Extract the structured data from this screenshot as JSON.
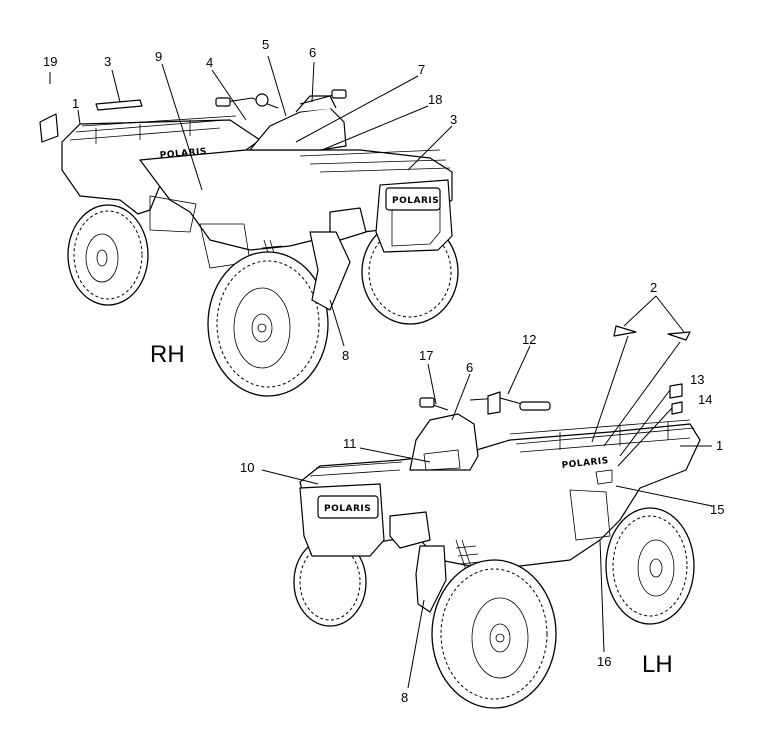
{
  "side_labels": {
    "rh": "RH",
    "lh": "LH"
  },
  "brand_text": "POLARIS",
  "callouts_rh": {
    "c19": "19",
    "c3a": "3",
    "c9": "9",
    "c4": "4",
    "c5": "5",
    "c6": "6",
    "c7": "7",
    "c18": "18",
    "c1": "1",
    "c3b": "3",
    "c8": "8"
  },
  "callouts_lh": {
    "c2": "2",
    "c17": "17",
    "c6": "6",
    "c12": "12",
    "c13": "13",
    "c14": "14",
    "c11": "11",
    "c10": "10",
    "c1": "1",
    "c15": "15",
    "c16": "16",
    "c8": "8"
  }
}
